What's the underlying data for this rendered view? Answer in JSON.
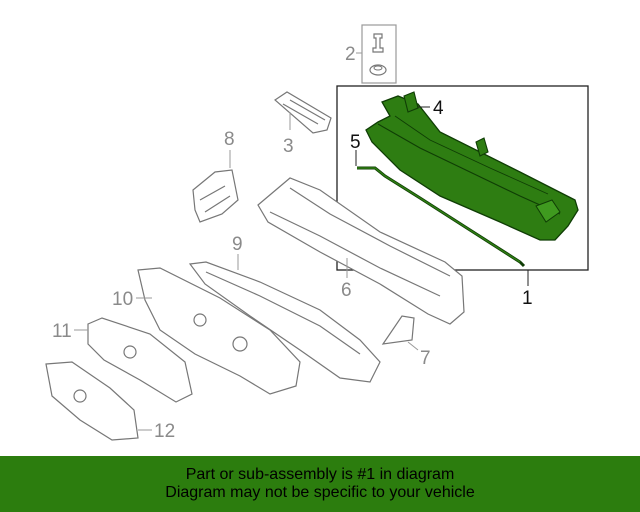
{
  "callouts": {
    "c1": "1",
    "c2": "2",
    "c3": "3",
    "c4": "4",
    "c5": "5",
    "c6": "6",
    "c7": "7",
    "c8": "8",
    "c9": "9",
    "c10": "10",
    "c11": "11",
    "c12": "12"
  },
  "banner": {
    "line1": "Part or sub-assembly is #1 in diagram",
    "line2": "Diagram may not be specific to your vehicle"
  },
  "colors": {
    "highlight": "#2e7d12",
    "banner": "#2c7d0e",
    "line": "#8a8a8a"
  }
}
